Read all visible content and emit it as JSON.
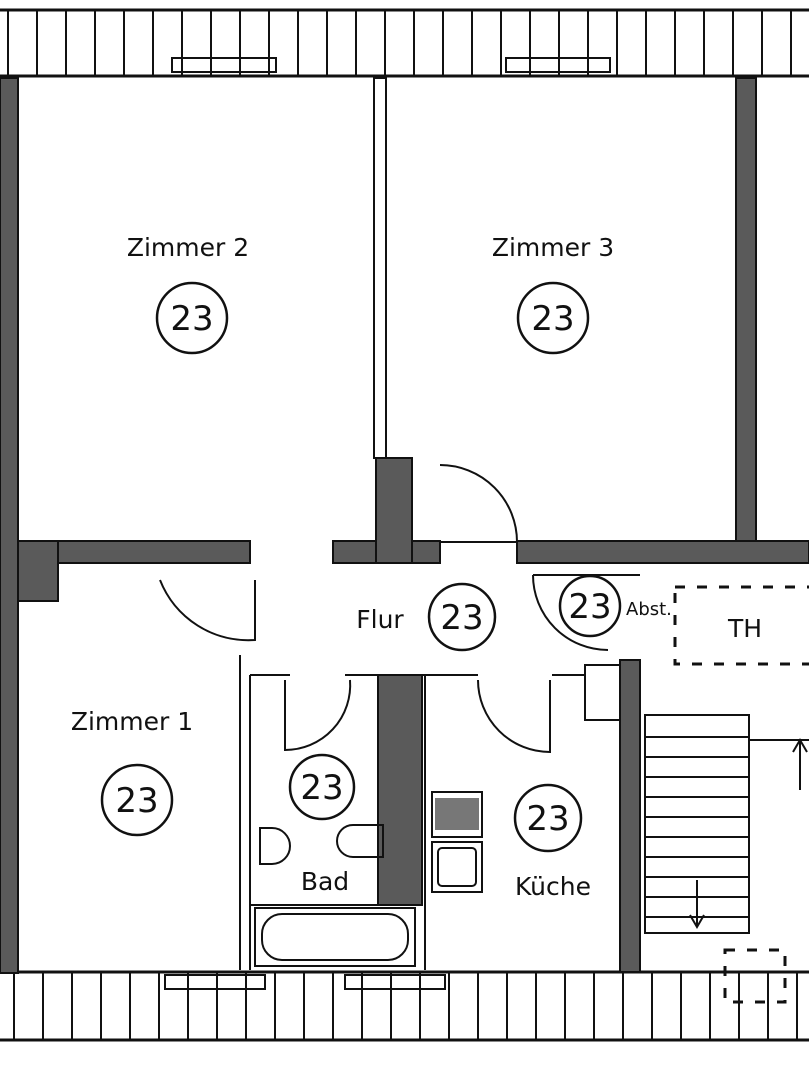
{
  "rooms": {
    "zimmer2": {
      "label": "Zimmer 2",
      "number": "23"
    },
    "zimmer3": {
      "label": "Zimmer 3",
      "number": "23"
    },
    "zimmer1": {
      "label": "Zimmer 1",
      "number": "23"
    },
    "flur": {
      "label": "Flur",
      "number": "23"
    },
    "bad": {
      "label": "Bad",
      "number": "23"
    },
    "kueche": {
      "label": "Küche",
      "number": "23"
    },
    "abst": {
      "label": "Abst.",
      "number": "23"
    },
    "th": {
      "label": "TH"
    }
  },
  "colors": {
    "ink": "#111111",
    "wall_fill": "#5a5a5a",
    "background": "#ffffff"
  }
}
